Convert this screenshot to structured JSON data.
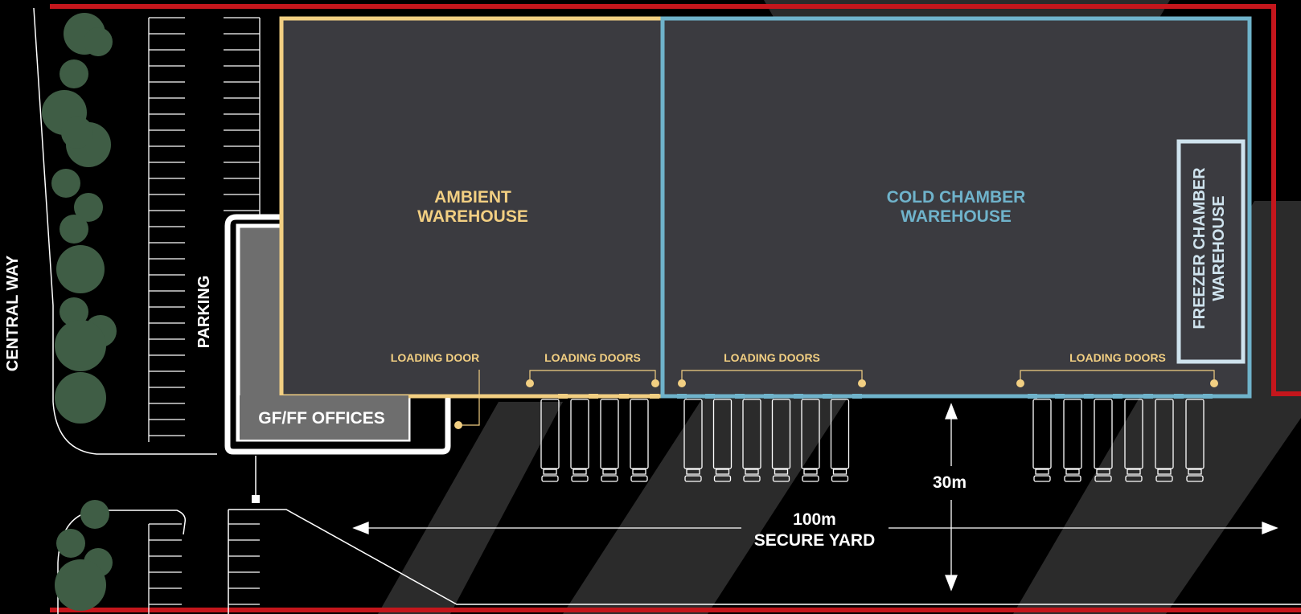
{
  "colors": {
    "background": "#000000",
    "boundary": "#c4161c",
    "ambient": "#f2cf82",
    "cold": "#6fb3cb",
    "freezer": "#cfe3ee",
    "building_fill": "#3b3b40",
    "offices_fill": "#6e6e6e",
    "yard_band": "#2b2b2b",
    "tree": "#3f5d45",
    "line": "#ffffff"
  },
  "labels": {
    "road": "CENTRAL WAY",
    "parking": "PARKING",
    "offices": "GF/FF OFFICES",
    "ambient_line1": "AMBIENT",
    "ambient_line2": "WAREHOUSE",
    "cold_line1": "COLD CHAMBER",
    "cold_line2": "WAREHOUSE",
    "freezer_line1": "FREEZER CHAMBER",
    "freezer_line2": "WAREHOUSE",
    "loading_door": "LOADING DOOR",
    "loading_doors_1": "LOADING DOORS",
    "loading_doors_2": "LOADING DOORS",
    "loading_doors_3": "LOADING DOORS",
    "yard_width": "100m",
    "yard_name": "SECURE YARD",
    "yard_depth": "30m"
  },
  "trucks": {
    "group_ambient": 4,
    "group_cold": 6,
    "group_freezer": 6
  },
  "icons": [
    "tree-icon",
    "truck-icon",
    "arrow-icon"
  ]
}
